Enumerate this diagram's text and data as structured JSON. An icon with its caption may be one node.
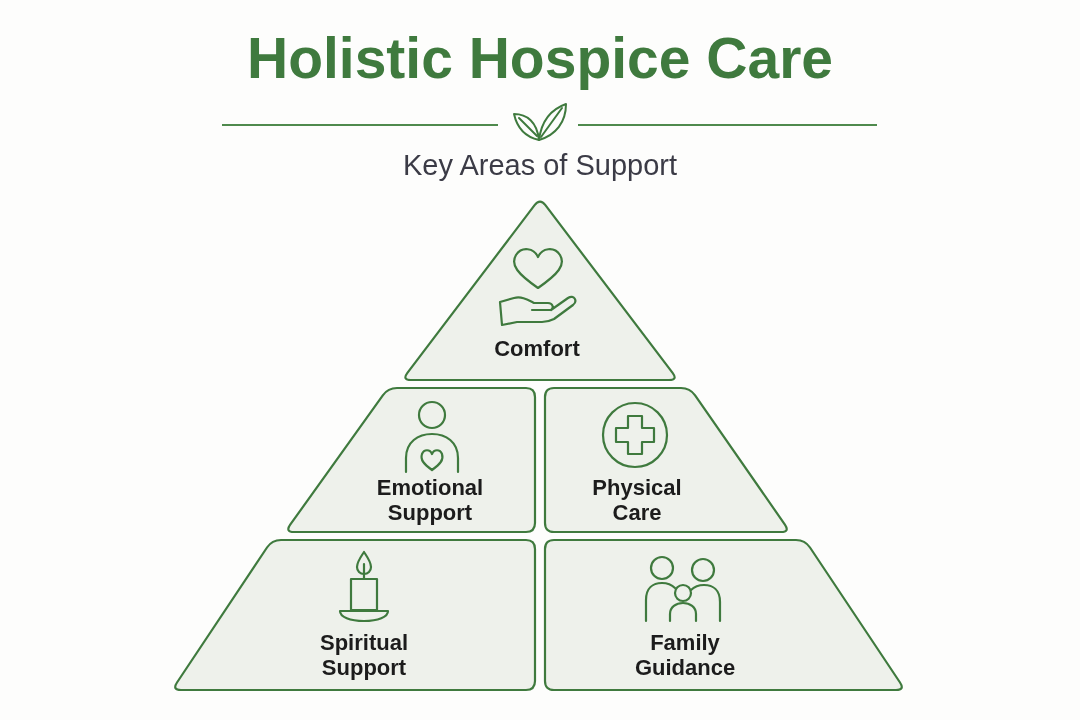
{
  "diagram": {
    "title": "Holistic Hospice Care",
    "nodes": [
      {
        "text": [
          "Comfort"
        ]
      },
      {
        "text": [
          "Emotional Support"
        ]
      },
      {
        "text": [
          "Physical Care"
        ]
      },
      {
        "text": [
          "Spiritual Support"
        ]
      },
      {
        "text": [
          "Family Guidance"
        ]
      }
    ],
    "labels": [
      "Key Areas of Support"
    ]
  }
}
